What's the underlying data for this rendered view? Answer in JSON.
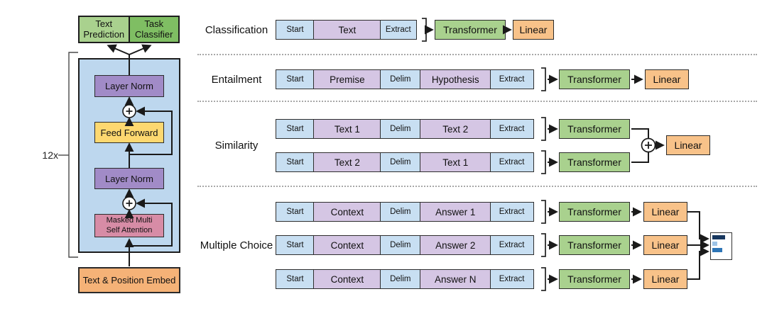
{
  "colors": {
    "token_blue": "#C8DFF2",
    "token_purple": "#D5C6E4",
    "transformer_green": "#A9D18E",
    "linear_orange": "#F8C289",
    "text_prediction_green": "#A9D18E",
    "task_classifier_green": "#7FBE63",
    "container_blue": "#BDD7EE",
    "layer_norm_purple": "#A18BC7",
    "feed_forward_yellow": "#FDD870",
    "attention_pink": "#D78CA6",
    "embed_orange": "#F5B277",
    "prob_bar_dark": "#17375E",
    "prob_bar_light": "#9DC3E6",
    "prob_bar_mid": "#2E75B6"
  },
  "transformer_block": {
    "repeat_label": "12x",
    "text_prediction": "Text Prediction",
    "task_classifier": "Task Classifier",
    "layer_norm_top": "Layer Norm",
    "feed_forward": "Feed Forward",
    "layer_norm_bottom": "Layer Norm",
    "attention_line1": "Masked Multi",
    "attention_line2": "Self Attention",
    "embed": "Text & Position Embed",
    "add_symbol": "+"
  },
  "tasks": {
    "classification": {
      "label": "Classification",
      "tokens": [
        "Start",
        "Text",
        "Extract"
      ],
      "transformer": "Transformer",
      "linear": "Linear"
    },
    "entailment": {
      "label": "Entailment",
      "tokens": [
        "Start",
        "Premise",
        "Delim",
        "Hypothesis",
        "Extract"
      ],
      "transformer": "Transformer",
      "linear": "Linear"
    },
    "similarity": {
      "label": "Similarity",
      "rows": [
        {
          "tokens": [
            "Start",
            "Text 1",
            "Delim",
            "Text 2",
            "Extract"
          ],
          "transformer": "Transformer"
        },
        {
          "tokens": [
            "Start",
            "Text 2",
            "Delim",
            "Text 1",
            "Extract"
          ],
          "transformer": "Transformer"
        }
      ],
      "add_symbol": "+",
      "linear": "Linear"
    },
    "multiple_choice": {
      "label": "Multiple Choice",
      "rows": [
        {
          "tokens": [
            "Start",
            "Context",
            "Delim",
            "Answer 1",
            "Extract"
          ],
          "transformer": "Transformer",
          "linear": "Linear"
        },
        {
          "tokens": [
            "Start",
            "Context",
            "Delim",
            "Answer 2",
            "Extract"
          ],
          "transformer": "Transformer",
          "linear": "Linear"
        },
        {
          "tokens": [
            "Start",
            "Context",
            "Delim",
            "Answer N",
            "Extract"
          ],
          "transformer": "Transformer",
          "linear": "Linear"
        }
      ]
    }
  }
}
